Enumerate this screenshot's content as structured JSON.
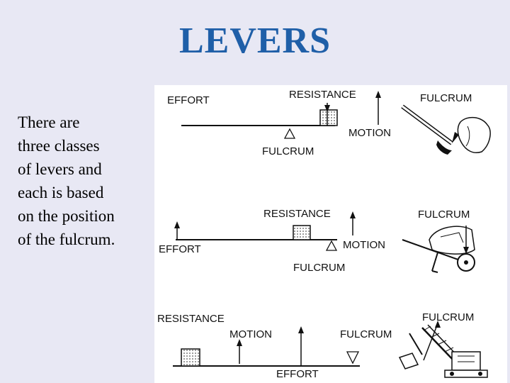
{
  "title": "LEVERS",
  "body_lines": [
    "There are",
    "three classes",
    "of levers and",
    "each is based",
    "on the position",
    "of the fulcrum."
  ],
  "figure": {
    "panel1": {
      "effort": "EFFORT",
      "resistance": "RESISTANCE",
      "motion": "MOTION",
      "fulcrum_under": "FULCRUM",
      "fulcrum_example": "FULCRUM"
    },
    "panel2": {
      "resistance": "RESISTANCE",
      "effort": "EFFORT",
      "motion": "MOTION",
      "fulcrum_under": "FULCRUM",
      "fulcrum_example": "FULCRUM"
    },
    "panel3": {
      "resistance": "RESISTANCE",
      "motion": "MOTION",
      "fulcrum": "FULCRUM",
      "effort": "EFFORT",
      "fulcrum_example": "FULCRUM"
    }
  }
}
